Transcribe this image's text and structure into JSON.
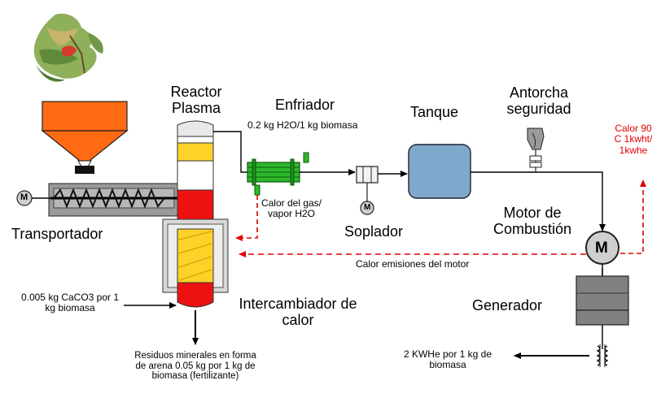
{
  "labels": {
    "reactor": "Reactor Plasma",
    "cooler": "Enfriador",
    "cooler_note": "0.2 kg H2O/1 kg biomasa",
    "tank": "Tanque",
    "torch": "Antorcha seguridad",
    "heat_out": "Calor 90 C 1kwht/ 1kwhe",
    "transporter": "Transportador",
    "gas_heat": "Calor del gas/ vapor H2O",
    "blower": "Soplador",
    "engine": "Motor de Combustión",
    "engine_heat": "Calor emisiones del motor",
    "caco3": "0.005 kg CaCO3 por 1 kg biomasa",
    "exchanger": "Intercambiador de calor",
    "generator": "Generador",
    "output": "2 KWHe por 1 kg de biomasa",
    "residue": "Residuos minerales en forma de arena 0.05 kg por 1 kg de biomasa (fertilizante)",
    "motor_symbol_small": "M",
    "motor_symbol_large": "M"
  },
  "colors": {
    "hopper": "#ff6a12",
    "cooler": "#2db82d",
    "tank": "#7fa9cc",
    "reactor_red": "#ee1111",
    "reactor_yellow": "#ffd22a",
    "heat_lines": "#e00000",
    "generator": "#808080"
  }
}
